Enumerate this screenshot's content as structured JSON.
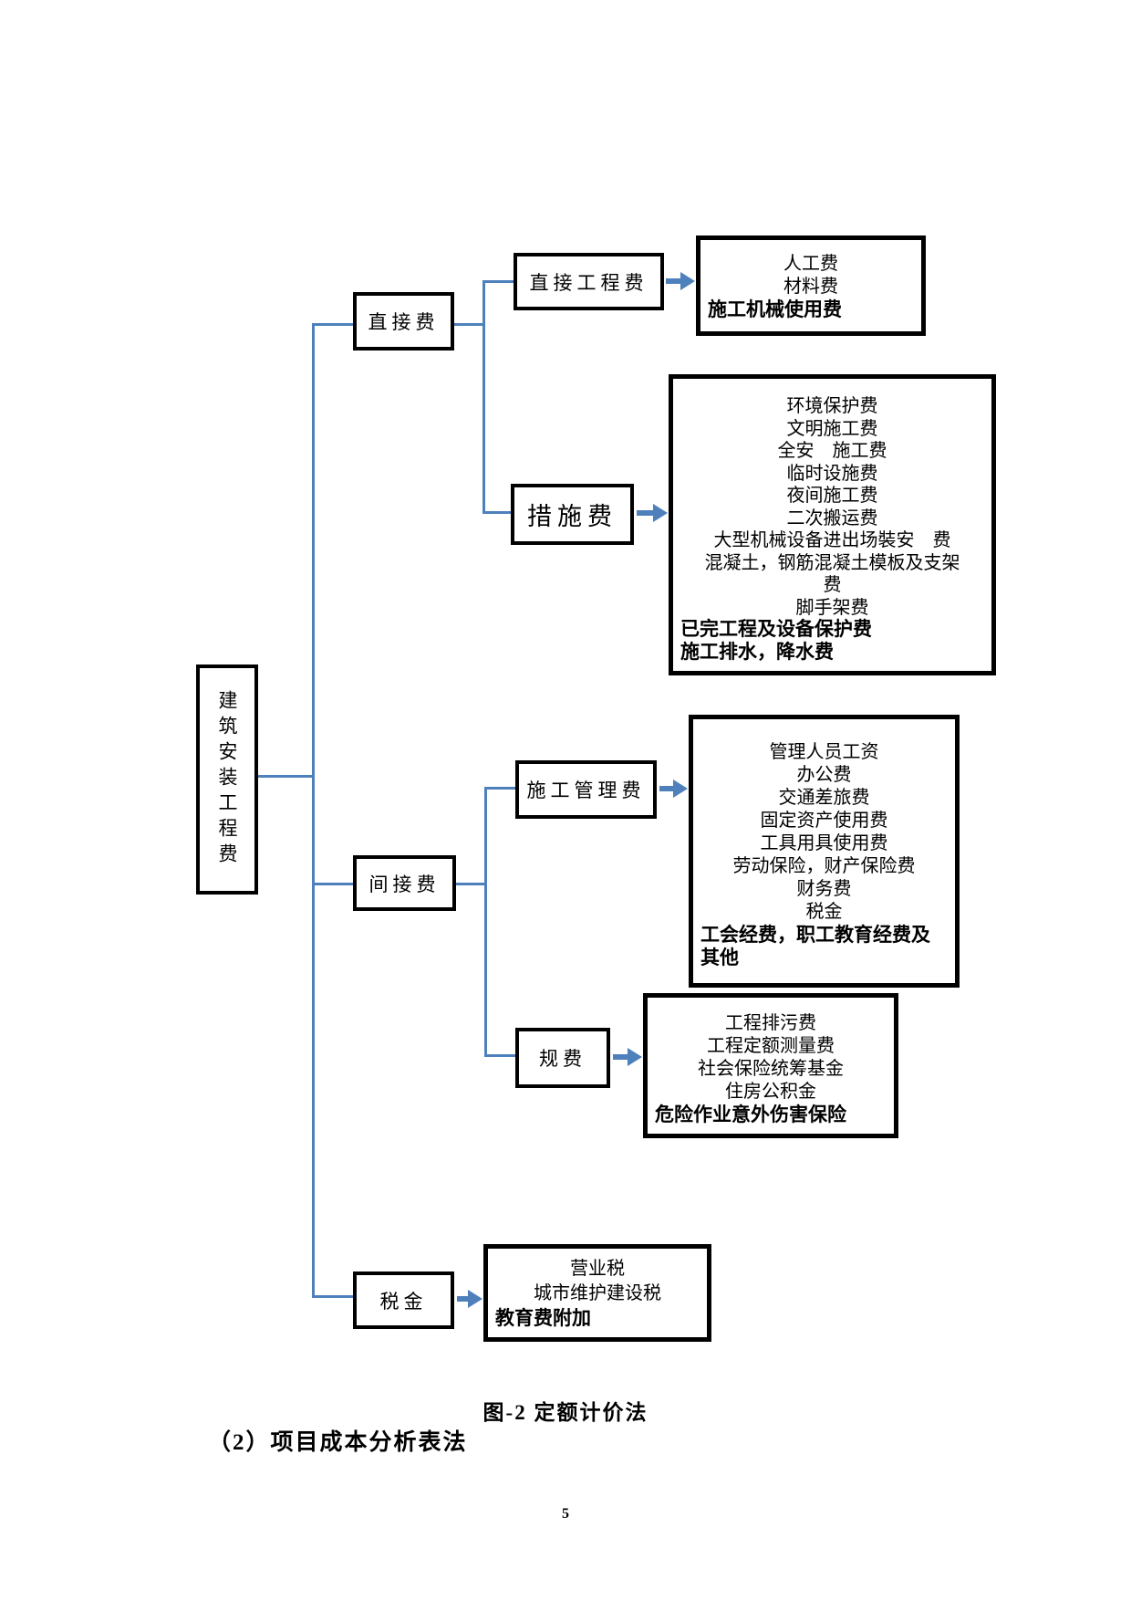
{
  "colors": {
    "connector_blue": "#4E80BC",
    "box_border": "#000000"
  },
  "diagram": {
    "root": {
      "label": "建筑安装工程费"
    },
    "branches": {
      "zhijiefei": {
        "label": "直接费"
      },
      "jianjiefei": {
        "label": "间接费"
      },
      "shuijin": {
        "label": "税金"
      }
    },
    "nodes": {
      "zhijie_gongchengfei": {
        "label": "直接工程费"
      },
      "cuoshifei": {
        "label": "措施费"
      },
      "shigong_guanlifei": {
        "label": "施工管理费"
      },
      "guifei": {
        "label": "规费"
      }
    },
    "detail_boxes": {
      "direct_engineering": {
        "lines": [
          {
            "text": "人工费",
            "bold": false,
            "left": false
          },
          {
            "text": "材料费",
            "bold": false,
            "left": false
          },
          {
            "text": "施工机械使用费",
            "bold": true,
            "left": true
          }
        ]
      },
      "measures": {
        "lines": [
          {
            "text": "环境保护费",
            "bold": false,
            "left": false
          },
          {
            "text": "文明施工费",
            "bold": false,
            "left": false
          },
          {
            "text": "全安　施工费",
            "bold": false,
            "left": false
          },
          {
            "text": "临时设施费",
            "bold": false,
            "left": false
          },
          {
            "text": "夜间施工费",
            "bold": false,
            "left": false
          },
          {
            "text": "二次搬运费",
            "bold": false,
            "left": false
          },
          {
            "text": "大型机械设备进出场裝安　费",
            "bold": false,
            "left": false
          },
          {
            "text": "混凝土，钢筋混凝土模板及支架",
            "bold": false,
            "left": false
          },
          {
            "text": "费",
            "bold": false,
            "left": false
          },
          {
            "text": "脚手架费",
            "bold": false,
            "left": false
          },
          {
            "text": "已完工程及设备保护费",
            "bold": true,
            "left": true
          },
          {
            "text": "施工排水，降水费",
            "bold": true,
            "left": true
          }
        ]
      },
      "management": {
        "lines": [
          {
            "text": "管理人员工资",
            "bold": false,
            "left": false
          },
          {
            "text": "办公费",
            "bold": false,
            "left": false
          },
          {
            "text": "交通差旅费",
            "bold": false,
            "left": false
          },
          {
            "text": "固定资产使用费",
            "bold": false,
            "left": false
          },
          {
            "text": "工具用具使用费",
            "bold": false,
            "left": false
          },
          {
            "text": "劳动保险，财产保险费",
            "bold": false,
            "left": false
          },
          {
            "text": "财务费",
            "bold": false,
            "left": false
          },
          {
            "text": "税金",
            "bold": false,
            "left": false
          },
          {
            "text": "工会经费，职工教育经费及",
            "bold": true,
            "left": true
          },
          {
            "text": "其他",
            "bold": true,
            "left": true
          }
        ]
      },
      "fees": {
        "lines": [
          {
            "text": "工程排污费",
            "bold": false,
            "left": false
          },
          {
            "text": "工程定额测量费",
            "bold": false,
            "left": false
          },
          {
            "text": "社会保险统筹基金",
            "bold": false,
            "left": false
          },
          {
            "text": "住房公积金",
            "bold": false,
            "left": false
          },
          {
            "text": "危险作业意外伤害保险",
            "bold": true,
            "left": true
          }
        ]
      },
      "tax": {
        "lines": [
          {
            "text": "营业税",
            "bold": false,
            "left": false
          },
          {
            "text": "城市维护建设税",
            "bold": false,
            "left": false
          },
          {
            "text": "教育费附加",
            "bold": true,
            "left": true
          }
        ]
      }
    }
  },
  "caption": "图-2 定额计价法",
  "subtitle": "（2）项目成本分析表法",
  "page_number": "5"
}
